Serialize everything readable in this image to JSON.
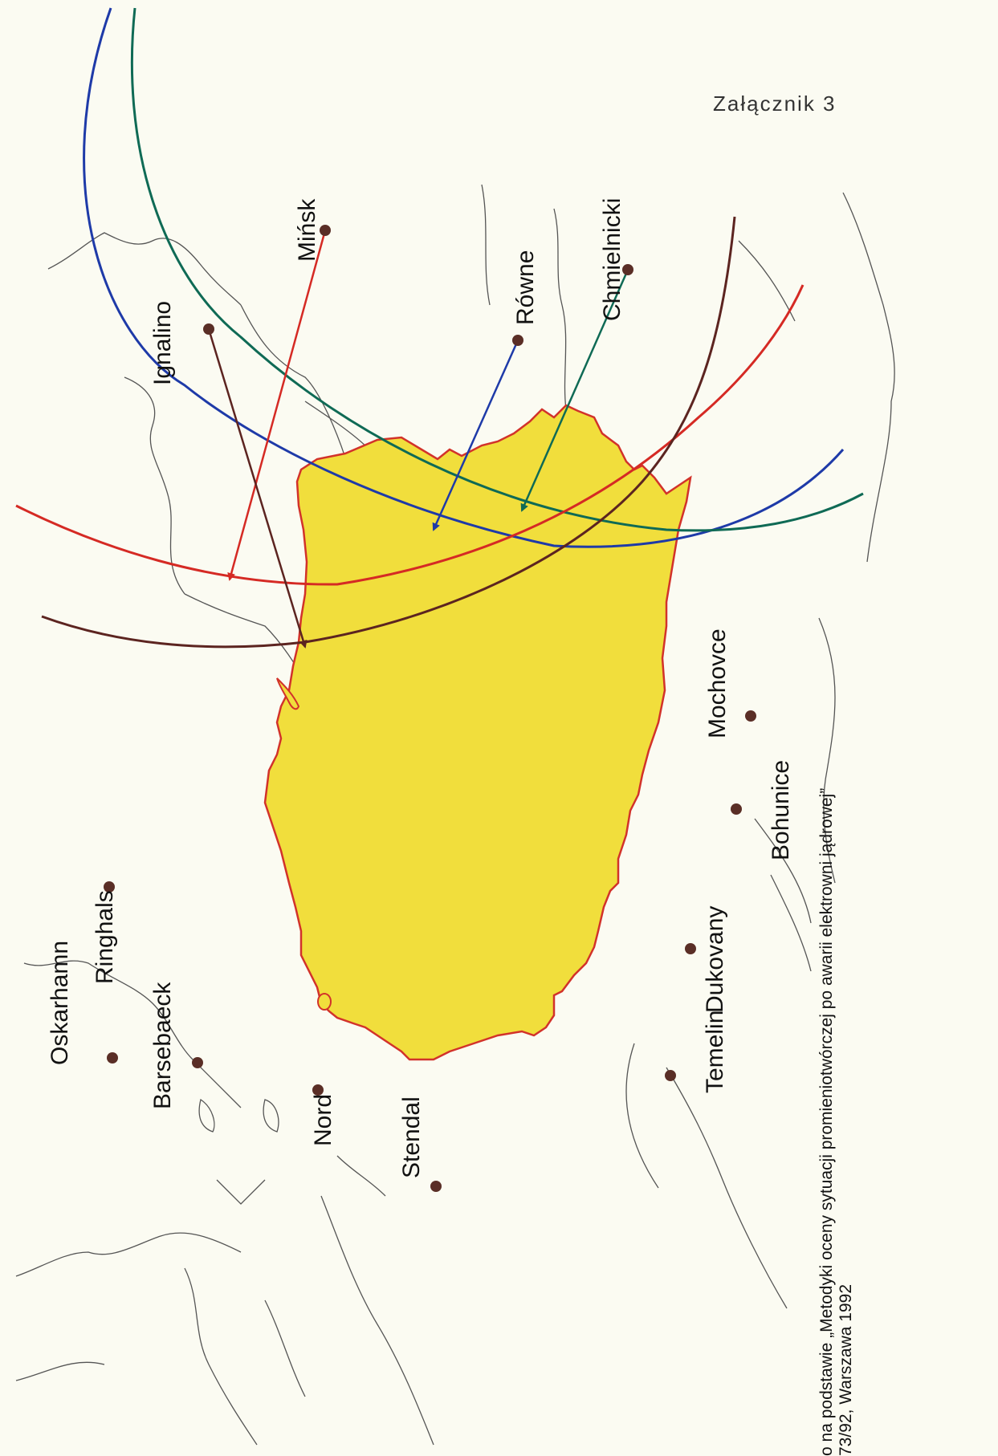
{
  "header": {
    "title": "Załącznik 3"
  },
  "source": {
    "line1": "o na podstawie „Metodyki oceny sytuacji promieniotwórczej po awarii elektrowni jądrowej”",
    "line2": "73/92, Warszawa 1992"
  },
  "colors": {
    "region_fill": "#f1de3c",
    "region_outline": "#d2322a",
    "plant_dot": "#5a2e26",
    "red": "#d52a24",
    "blue": "#1e3aa8",
    "green": "#0f6a55",
    "brown": "#5c2420"
  },
  "plants": {
    "minsk": "Mińsk",
    "ignalino": "Ignalino",
    "rowne": "Równe",
    "chmielnicki": "Chmielnicki",
    "mochovce": "Mochovce",
    "bohunice": "Bohunice",
    "dukovany": "Dukovany",
    "temelin": "Temelin",
    "stendal": "Stendal",
    "nord": "Nord",
    "barsebaeck": "Barsebaeck",
    "oskarhamn": "Oskarhamn",
    "ringhals": "Ringhals"
  }
}
